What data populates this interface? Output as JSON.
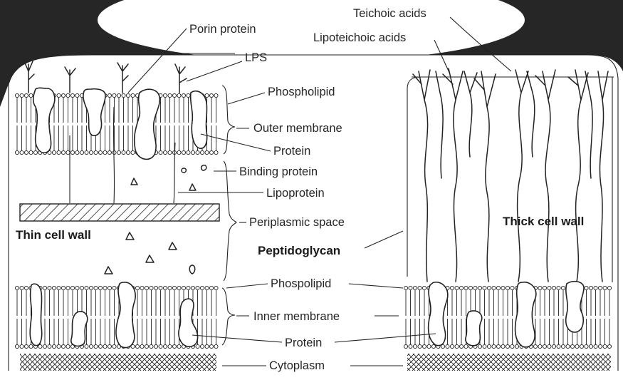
{
  "colors": {
    "cell_envelope": "#262626",
    "ink": "#222222",
    "background": "#ffffff"
  },
  "labels": {
    "porin": "Porin protein",
    "lps": "LPS",
    "phospholipid_outer": "Phospholipid",
    "outer_membrane": "Outer membrane",
    "protein_outer": "Protein",
    "binding_protein": "Binding protein",
    "lipoprotein": "Lipoprotein",
    "periplasmic_space": "Periplasmic space",
    "thin_cell_wall": "Thin cell wall",
    "peptidoglycan": "Peptidoglycan",
    "phospholipid_inner": "Phospolipid",
    "inner_membrane": "Inner membrane",
    "protein_inner": "Protein",
    "cytoplasm": "Cytoplasm",
    "teichoic_acids": "Teichoic acids",
    "lipoteichoic_acids": "Lipoteichoic acids",
    "thick_cell_wall": "Thick cell wall"
  }
}
